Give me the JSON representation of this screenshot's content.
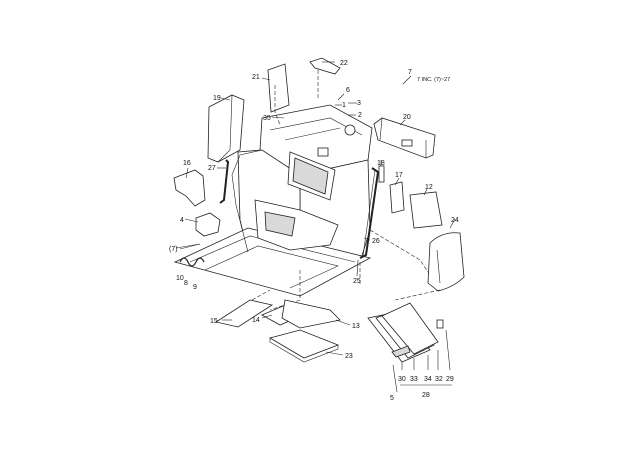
{
  "note": {
    "ref": "7",
    "text": "7 INC. (7)~27"
  },
  "callouts": [
    {
      "id": "c1",
      "text": "1"
    },
    {
      "id": "c2",
      "text": "2"
    },
    {
      "id": "c3",
      "text": "3"
    },
    {
      "id": "c4",
      "text": "4"
    },
    {
      "id": "c5",
      "text": "5"
    },
    {
      "id": "c6",
      "text": "6"
    },
    {
      "id": "c7",
      "text": "(7)"
    },
    {
      "id": "c8",
      "text": "8"
    },
    {
      "id": "c9",
      "text": "9"
    },
    {
      "id": "c10",
      "text": "10"
    },
    {
      "id": "c12",
      "text": "12"
    },
    {
      "id": "c13",
      "text": "13"
    },
    {
      "id": "c14",
      "text": "14"
    },
    {
      "id": "c15",
      "text": "15"
    },
    {
      "id": "c16",
      "text": "16"
    },
    {
      "id": "c17",
      "text": "17"
    },
    {
      "id": "c18",
      "text": "18"
    },
    {
      "id": "c19",
      "text": "19"
    },
    {
      "id": "c20",
      "text": "20"
    },
    {
      "id": "c21",
      "text": "21"
    },
    {
      "id": "c22",
      "text": "22"
    },
    {
      "id": "c23",
      "text": "23"
    },
    {
      "id": "c24",
      "text": "24"
    },
    {
      "id": "c25",
      "text": "25"
    },
    {
      "id": "c26",
      "text": "26"
    },
    {
      "id": "c27",
      "text": "27"
    },
    {
      "id": "c28",
      "text": "28"
    },
    {
      "id": "c29",
      "text": "29"
    },
    {
      "id": "c30",
      "text": "30"
    },
    {
      "id": "c32",
      "text": "32"
    },
    {
      "id": "c33",
      "text": "33"
    },
    {
      "id": "c34",
      "text": "34"
    },
    {
      "id": "c35",
      "text": "35"
    }
  ]
}
